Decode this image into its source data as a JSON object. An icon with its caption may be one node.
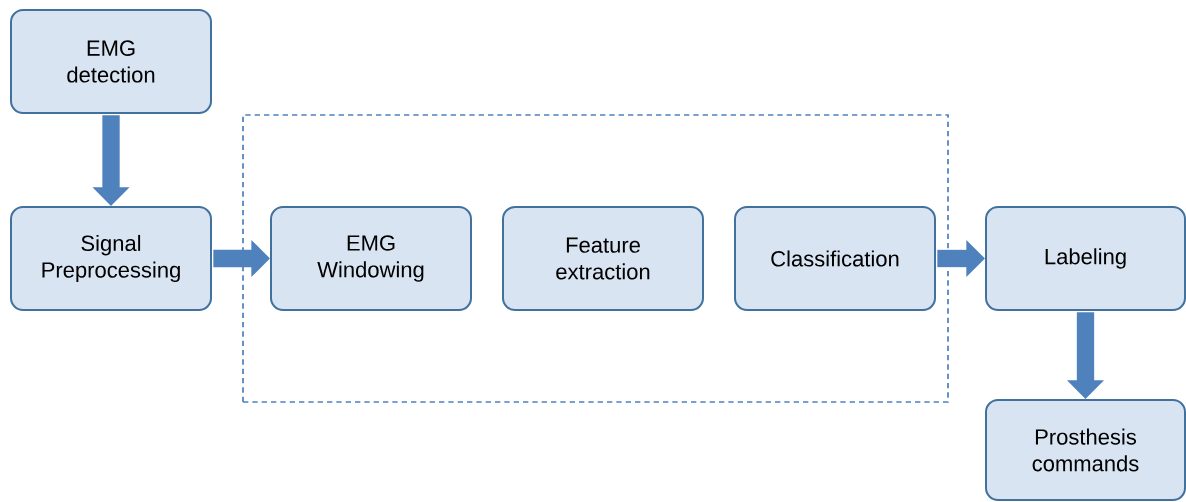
{
  "diagram": {
    "nodes": [
      {
        "text": [
          "EMG detection"
        ]
      },
      {
        "text": [
          "Signal Preprocessing"
        ]
      },
      {
        "text": [],
        "shape": "box"
      },
      {
        "text": [
          "EMG Windowing"
        ],
        "in": 2
      },
      {
        "text": [
          "Feature extraction"
        ],
        "in": 2
      },
      {
        "text": [
          "Classification"
        ],
        "in": 2
      },
      {
        "text": [
          "Labeling"
        ]
      },
      {
        "text": [
          "Prosthesis commands"
        ]
      }
    ],
    "edges": [
      {
        "from": 0,
        "to": 1,
        "arrow": "to"
      },
      {
        "from": 1,
        "to": 3,
        "arrow": "to"
      },
      {
        "from": 5,
        "to": 6,
        "arrow": "to"
      },
      {
        "from": 6,
        "to": 7,
        "arrow": "to"
      }
    ]
  }
}
